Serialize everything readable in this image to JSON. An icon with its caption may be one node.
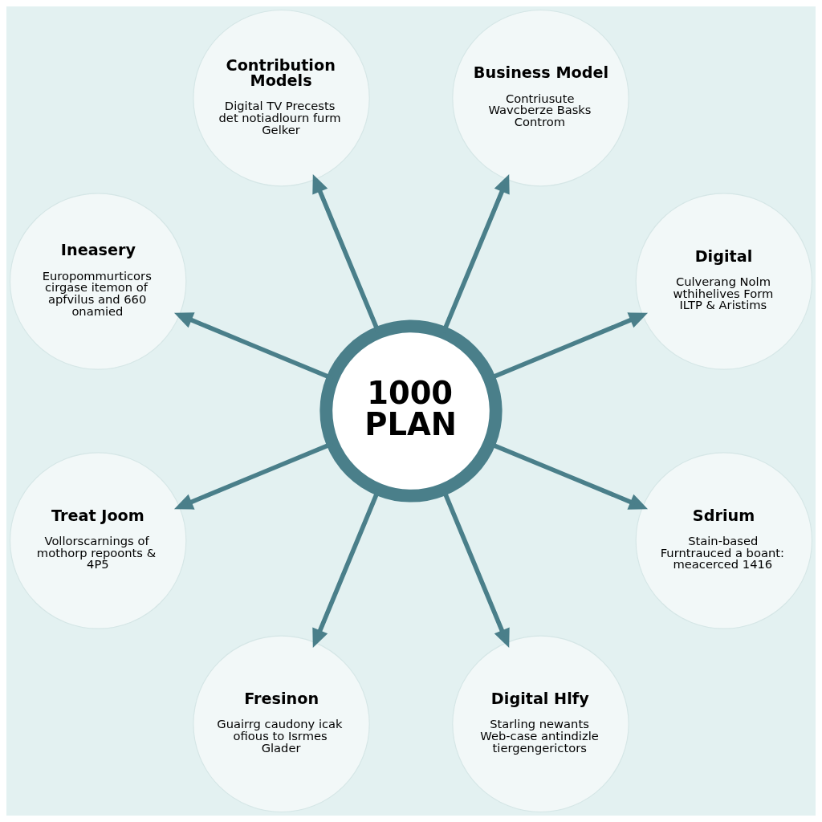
{
  "diagram": {
    "nodes": [
      {
        "text": [
          "1000 PLAN"
        ]
      },
      {
        "text": [
          "Digital",
          "Culverang Nolm wthihelives Form ILTP & Aristims"
        ]
      },
      {
        "text": [
          "Business Model",
          "Contriusute Wavcberze Basks Controm"
        ]
      },
      {
        "text": [
          "Contribution Models",
          "Digital TV Precests det notiadlourn furm Gelker"
        ]
      },
      {
        "text": [
          "Ineasery",
          "Europommurticors cirgase itemon of apfvilus and 660 onamied"
        ]
      },
      {
        "text": [
          "Treat Joom",
          "Vollorscarnings of mothorp repoonts & 4P5"
        ]
      },
      {
        "text": [
          "Fresinon",
          "Guairrg caudony icak ofious to Isrmes Glader"
        ]
      },
      {
        "text": [
          "Digital Hlfy",
          "Starling newants Web-case antindizle tiergengerictors"
        ]
      },
      {
        "text": [
          "Sdrium",
          "Stain-based Furntrauced a boant: meacerced 1416"
        ]
      }
    ],
    "edges": [
      {
        "from": 0,
        "to": 1,
        "arrow": "to"
      },
      {
        "from": 0,
        "to": 2,
        "arrow": "to"
      },
      {
        "from": 0,
        "to": 3,
        "arrow": "to"
      },
      {
        "from": 0,
        "to": 4,
        "arrow": "to"
      },
      {
        "from": 0,
        "to": 5,
        "arrow": "to"
      },
      {
        "from": 0,
        "to": 6,
        "arrow": "to"
      },
      {
        "from": 0,
        "to": 7,
        "arrow": "to"
      },
      {
        "from": 0,
        "to": 8,
        "arrow": "to"
      }
    ]
  }
}
